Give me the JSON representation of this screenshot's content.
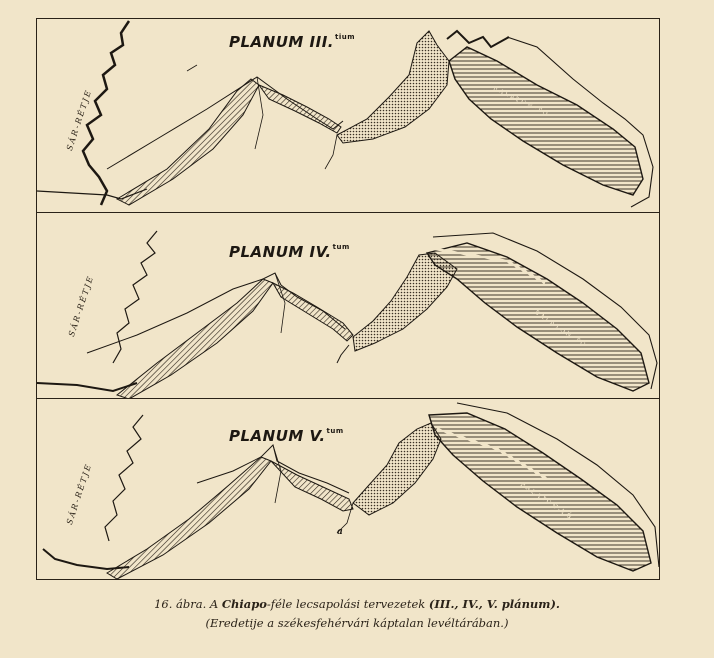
{
  "panels": [
    {
      "id": "p3",
      "title": "PLANUM III.",
      "title_suffix": "tium",
      "river_label": "SÁR-RÉTJE",
      "lake_label": "BALATON-TÓ"
    },
    {
      "id": "p4",
      "title": "PLANUM IV.",
      "title_suffix": "tum",
      "river_label": "SÁR-RÉTJE",
      "lake_label": "BALATON-TÓ"
    },
    {
      "id": "p5",
      "title": "PLANUM V.",
      "title_suffix": "tum",
      "river_label": "SÁR-RÉTJE",
      "lake_label": "BALATON-TÓ",
      "marker": "a"
    }
  ],
  "caption": {
    "number": "16. ábra.",
    "text_before": " A ",
    "author": "Chiapo",
    "text_after": "-féle lecsapolási tervezetek ",
    "plans": "(III., IV., V. plánum).",
    "source": "(Eredetije a székesfehérvári káptalan levéltárában.)"
  }
}
